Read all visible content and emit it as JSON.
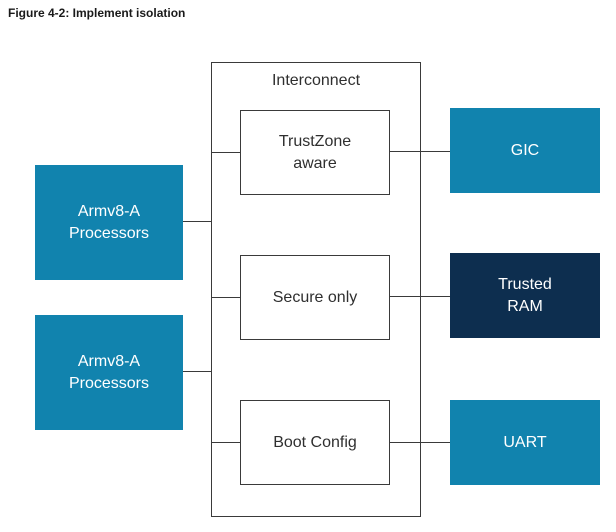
{
  "figure": {
    "caption": "Figure 4-2: Implement isolation"
  },
  "processors": [
    {
      "label": "Armv8-A Processors"
    },
    {
      "label": "Armv8-A Processors"
    }
  ],
  "interconnect": {
    "label": "Interconnect",
    "blocks": [
      {
        "label": "TrustZone aware"
      },
      {
        "label": "Secure only"
      },
      {
        "label": "Boot Config"
      }
    ]
  },
  "peripherals": [
    {
      "label": "GIC",
      "fill": "#1183ae"
    },
    {
      "label": "Trusted RAM",
      "fill": "#0d2e4f"
    },
    {
      "label": "UART",
      "fill": "#1183ae"
    }
  ],
  "colors": {
    "processor_fill": "#1183ae",
    "outline": "#3a3a3a",
    "background": "#ffffff"
  }
}
